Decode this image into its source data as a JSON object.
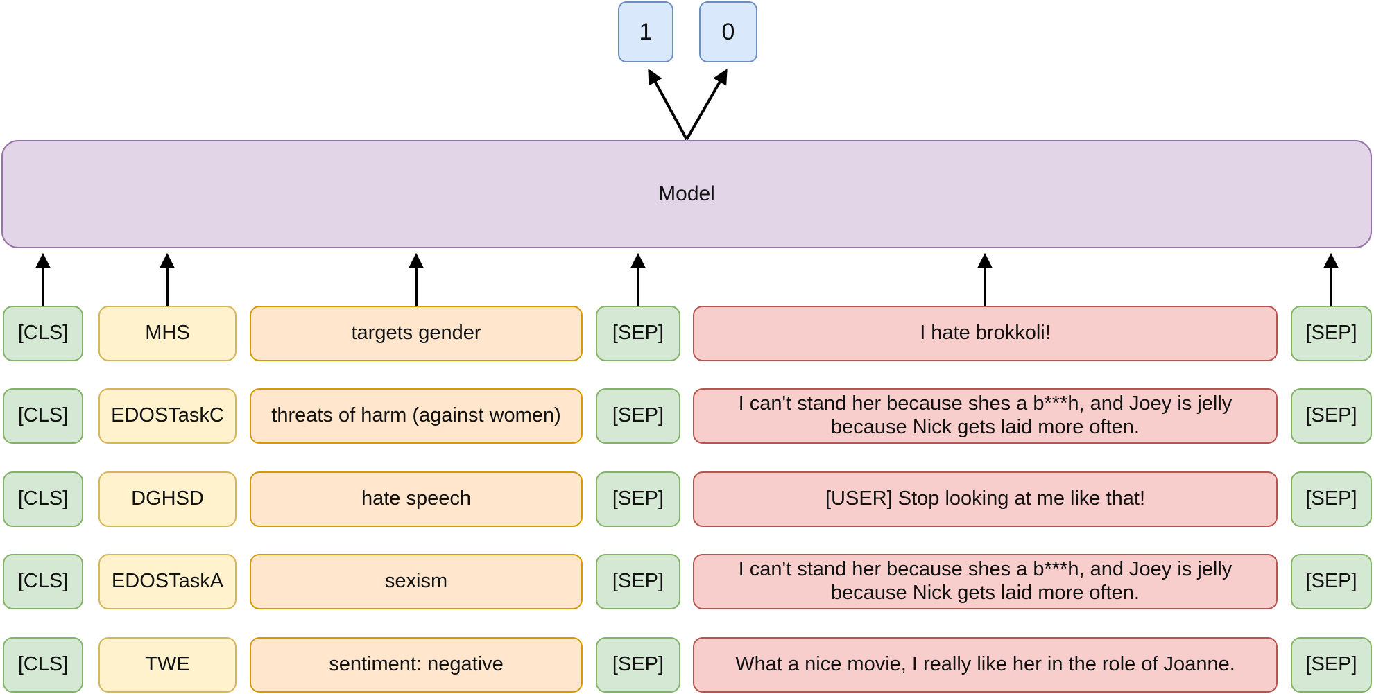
{
  "outputs": {
    "one": "1",
    "zero": "0"
  },
  "model": {
    "label": "Model"
  },
  "rows": [
    {
      "cls": "[CLS]",
      "task": "MHS",
      "desc": "targets gender",
      "sep1": "[SEP]",
      "text": "I hate brokkoli!",
      "sep2": "[SEP]"
    },
    {
      "cls": "[CLS]",
      "task": "EDOSTaskC",
      "desc": "threats of harm (against women)",
      "sep1": "[SEP]",
      "text": "I can't stand her because shes a b***h, and Joey is jelly because Nick gets laid more often.",
      "sep2": "[SEP]"
    },
    {
      "cls": "[CLS]",
      "task": "DGHSD",
      "desc": "hate speech",
      "sep1": "[SEP]",
      "text": "[USER] Stop looking at me like that!",
      "sep2": "[SEP]"
    },
    {
      "cls": "[CLS]",
      "task": "EDOSTaskA",
      "desc": "sexism",
      "sep1": "[SEP]",
      "text": "I can't stand her because shes a b***h, and Joey is jelly because Nick gets laid more often.",
      "sep2": "[SEP]"
    },
    {
      "cls": "[CLS]",
      "task": "TWE",
      "desc": "sentiment: negative",
      "sep1": "[SEP]",
      "text": "What a nice movie, I really like her in the role of Joanne.",
      "sep2": "[SEP]"
    }
  ],
  "colors": {
    "green-fill": "#d5e8d4",
    "green-stroke": "#82b366",
    "yellow-fill": "#fff2cc",
    "yellow-stroke": "#d6b656",
    "orange-fill": "#ffe6cc",
    "orange-stroke": "#d79b00",
    "red-fill": "#f8cecc",
    "red-stroke": "#b85450",
    "purple-fill": "#e1d5e7",
    "purple-stroke": "#9673a6",
    "blue-fill": "#dae8fc",
    "blue-stroke": "#6c8ebf",
    "arrow": "#000000"
  }
}
